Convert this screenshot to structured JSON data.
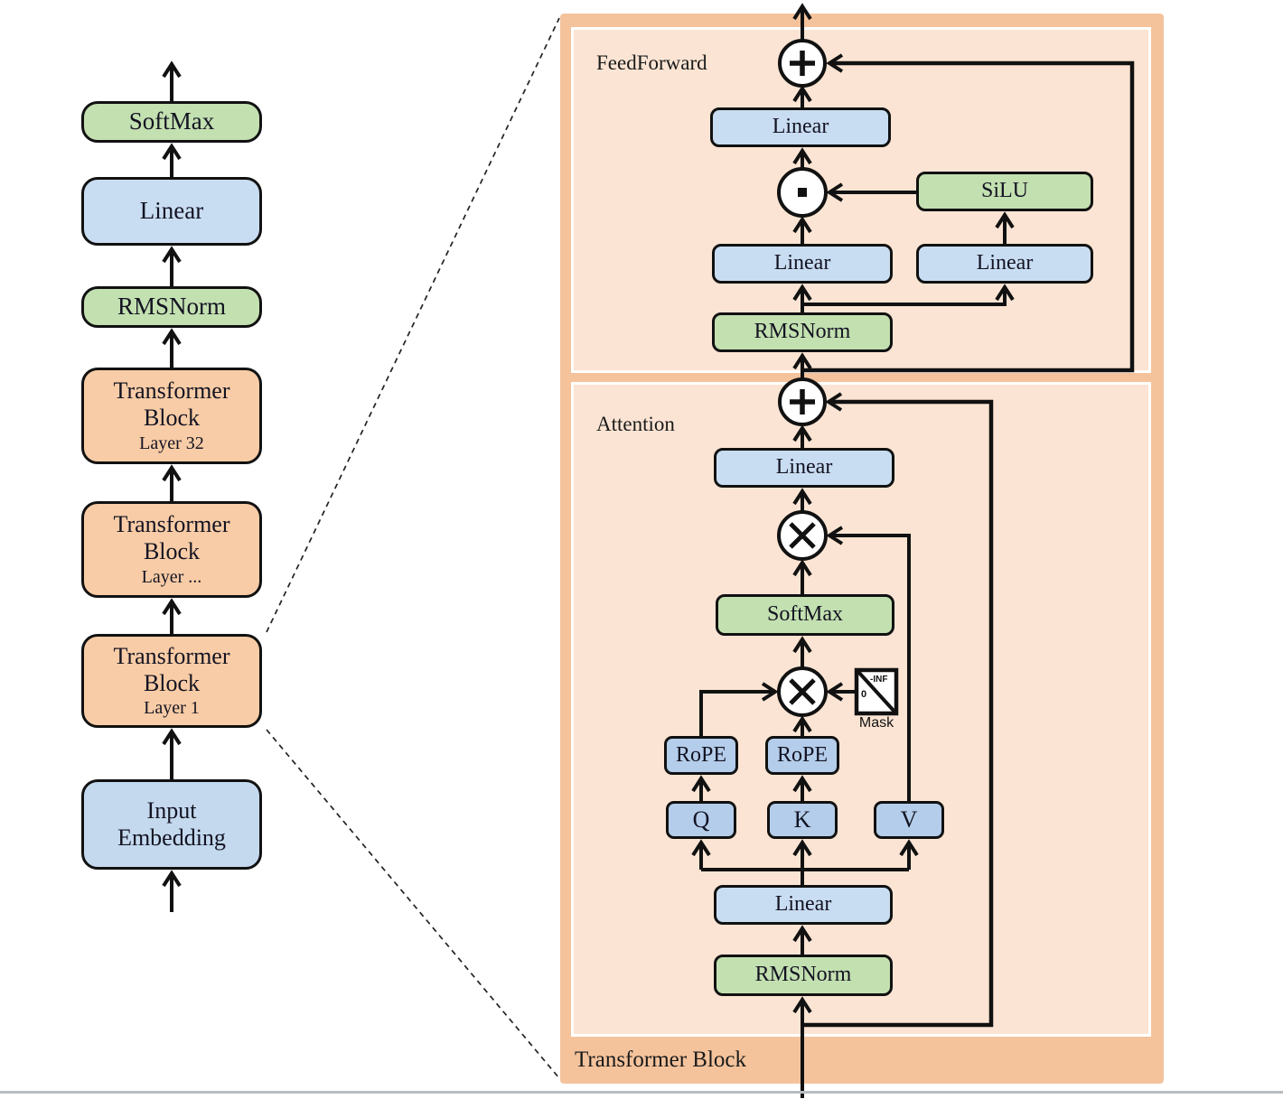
{
  "diagram": {
    "left_column": {
      "items": [
        {
          "label": "SoftMax"
        },
        {
          "label": "Linear"
        },
        {
          "label": "RMSNorm"
        },
        {
          "label": "Transformer Block",
          "sublabel": "Layer 32"
        },
        {
          "label": "Transformer Block",
          "sublabel": "Layer ..."
        },
        {
          "label": "Transformer Block",
          "sublabel": "Layer 1"
        },
        {
          "label": "Input Embedding"
        }
      ]
    },
    "panel": {
      "title": "Transformer Block",
      "feedforward": {
        "label": "FeedForward",
        "linear_out": "Linear",
        "silu": "SiLU",
        "linear_gate": "Linear",
        "linear_up": "Linear",
        "rmsnorm": "RMSNorm"
      },
      "attention": {
        "label": "Attention",
        "linear_out": "Linear",
        "softmax": "SoftMax",
        "rope_q": "RoPE",
        "rope_k": "RoPE",
        "q": "Q",
        "k": "K",
        "v": "V",
        "mask_label": "Mask",
        "mask_upper": "-INF",
        "mask_lower": "0",
        "linear_in": "Linear",
        "rmsnorm": "RMSNorm"
      },
      "icons": {
        "add": "+",
        "multiply": "×",
        "elementwise_dot": "·"
      }
    },
    "colors": {
      "panel_outer": "#f4c39c",
      "panel_inner": "#fbe4d3",
      "block_orange": "#f8cca6",
      "block_blue": "#c9ddf2",
      "block_green": "#c3e0b0",
      "block_qkv": "#b4cdea",
      "line": "#111111"
    }
  }
}
